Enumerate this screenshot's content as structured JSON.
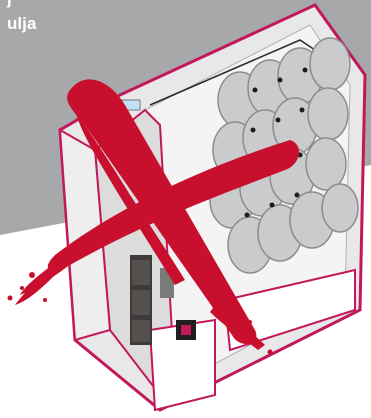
{
  "caption": {
    "line1": "j",
    "line2": "ulja"
  },
  "illustration": {
    "subject": "room-with-oil-barrels",
    "overlay": "red-x-cross-out",
    "colors": {
      "background_band": "#a7a8aa",
      "wall_outline": "#c2185b",
      "floor": "#f2f2f2",
      "barrel": "#c9cbcd",
      "cross": "#c8102e"
    }
  }
}
